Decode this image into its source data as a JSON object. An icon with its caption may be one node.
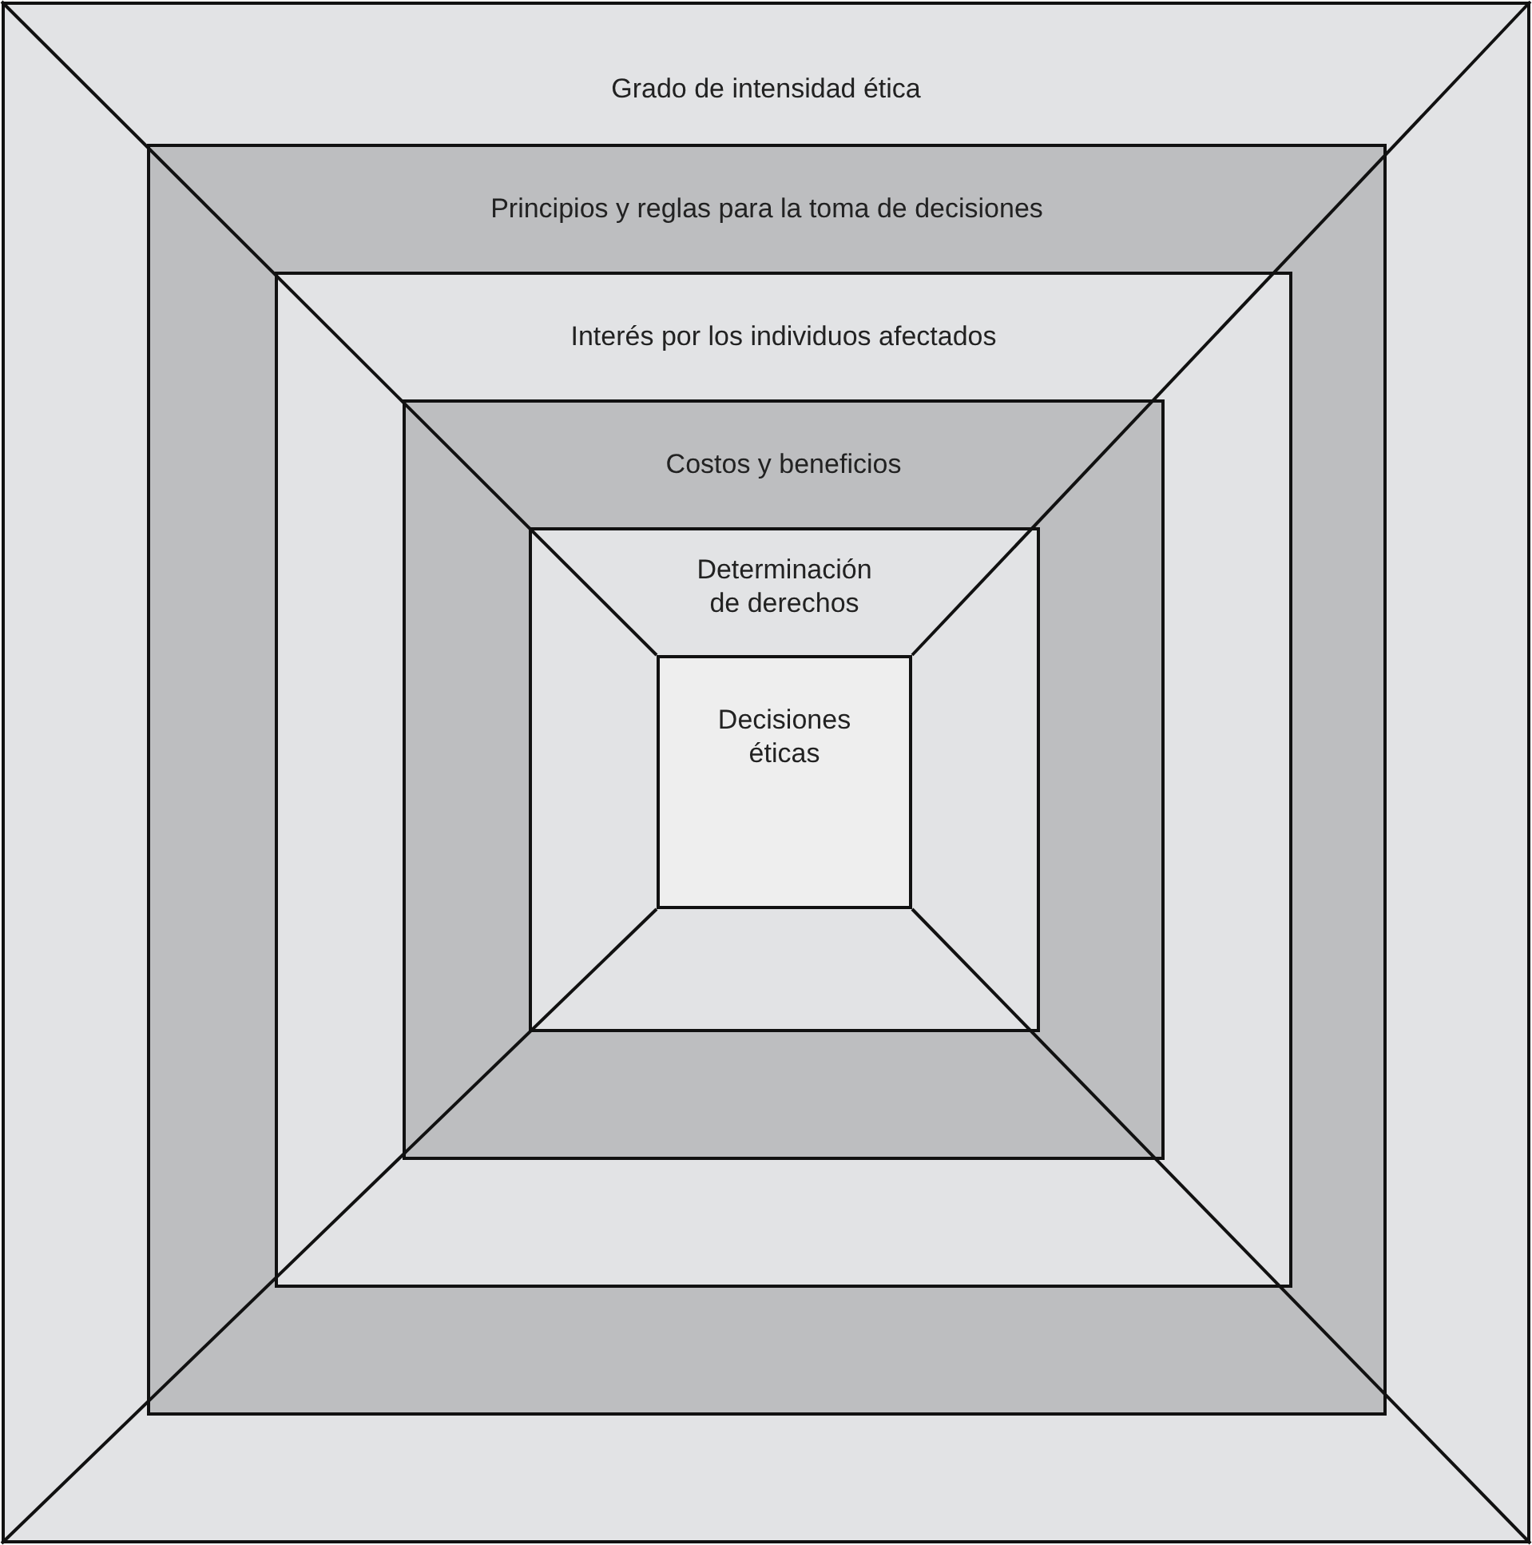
{
  "diagram": {
    "nodes": [
      {
        "text": [
          "Grado de intensidad ética"
        ]
      },
      {
        "text": [
          "Principios y reglas para la toma de decisiones"
        ],
        "in": 0
      },
      {
        "text": [
          "Interés por los individuos afectados"
        ],
        "in": 1
      },
      {
        "text": [
          "Costos y beneficios"
        ],
        "in": 2
      },
      {
        "text": [
          "Determinación de derechos"
        ],
        "in": 3
      },
      {
        "text": [
          "Decisiones éticas"
        ],
        "in": 4
      }
    ]
  }
}
